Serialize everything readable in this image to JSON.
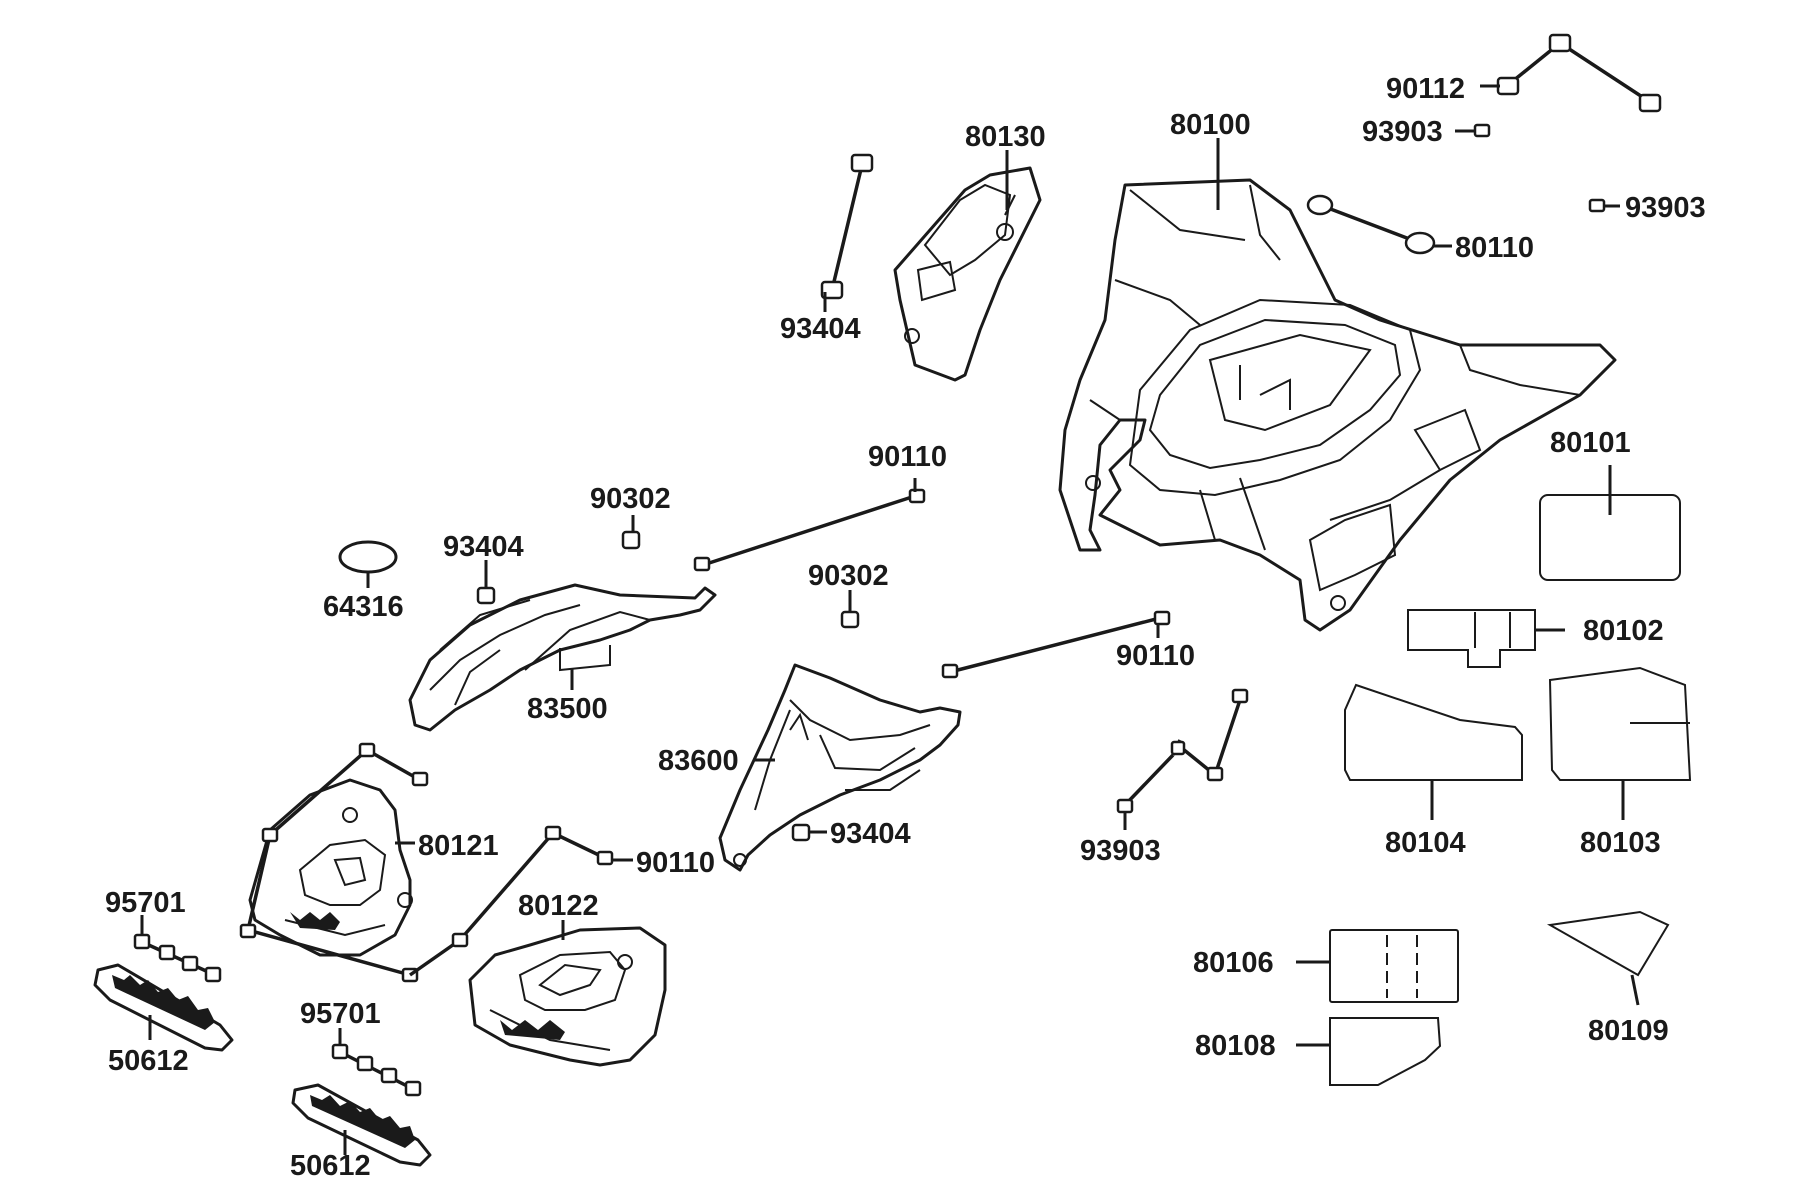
{
  "parts": {
    "p80130": "80130",
    "p80100": "80100",
    "p90112": "90112",
    "p93903_a": "93903",
    "p93903_b": "93903",
    "p80110": "80110",
    "p93404_a": "93404",
    "p80101": "80101",
    "p90110_a": "90110",
    "p90302_a": "90302",
    "p93404_b": "93404",
    "p64316": "64316",
    "p90302_b": "90302",
    "p83500": "83500",
    "p80102": "80102",
    "p90110_b": "90110",
    "p83600": "83600",
    "p80121": "80121",
    "p93404_c": "93404",
    "p90110_c": "90110",
    "p93903_c": "93903",
    "p80104": "80104",
    "p80103": "80103",
    "p95701_a": "95701",
    "p80122": "80122",
    "p80106": "80106",
    "p80109": "80109",
    "p50612_a": "50612",
    "p95701_b": "95701",
    "p80108": "80108",
    "p50612_b": "50612"
  }
}
